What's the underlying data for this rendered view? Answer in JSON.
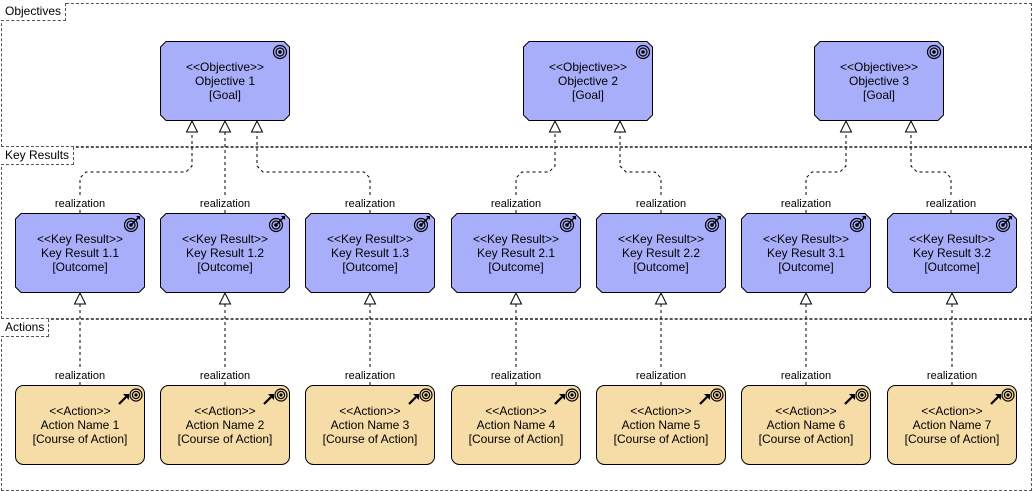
{
  "groups": {
    "objectives": "Objectives",
    "key_results": "Key Results",
    "actions": "Actions"
  },
  "edge_label": "realization",
  "objectives": [
    {
      "stereotype": "<<Objective>>",
      "name": "Objective 1",
      "type": "[Goal]"
    },
    {
      "stereotype": "<<Objective>>",
      "name": "Objective 2",
      "type": "[Goal]"
    },
    {
      "stereotype": "<<Objective>>",
      "name": "Objective 3",
      "type": "[Goal]"
    }
  ],
  "key_results": [
    {
      "stereotype": "<<Key Result>>",
      "name": "Key Result 1.1",
      "type": "[Outcome]"
    },
    {
      "stereotype": "<<Key Result>>",
      "name": "Key Result 1.2",
      "type": "[Outcome]"
    },
    {
      "stereotype": "<<Key Result>>",
      "name": "Key Result 1.3",
      "type": "[Outcome]"
    },
    {
      "stereotype": "<<Key Result>>",
      "name": "Key Result 2.1",
      "type": "[Outcome]"
    },
    {
      "stereotype": "<<Key Result>>",
      "name": "Key Result 2.2",
      "type": "[Outcome]"
    },
    {
      "stereotype": "<<Key Result>>",
      "name": "Key Result 3.1",
      "type": "[Outcome]"
    },
    {
      "stereotype": "<<Key Result>>",
      "name": "Key Result 3.2",
      "type": "[Outcome]"
    }
  ],
  "actions": [
    {
      "stereotype": "<<Action>>",
      "name": "Action Name 1",
      "type": "[Course of Action]"
    },
    {
      "stereotype": "<<Action>>",
      "name": "Action Name 2",
      "type": "[Course of Action]"
    },
    {
      "stereotype": "<<Action>>",
      "name": "Action Name 3",
      "type": "[Course of Action]"
    },
    {
      "stereotype": "<<Action>>",
      "name": "Action Name 4",
      "type": "[Course of Action]"
    },
    {
      "stereotype": "<<Action>>",
      "name": "Action Name 5",
      "type": "[Course of Action]"
    },
    {
      "stereotype": "<<Action>>",
      "name": "Action Name 6",
      "type": "[Course of Action]"
    },
    {
      "stereotype": "<<Action>>",
      "name": "Action Name 7",
      "type": "[Course of Action]"
    }
  ],
  "colors": {
    "objective_fill": "#a9aefb",
    "key_result_fill": "#a9aefb",
    "action_fill": "#f6dca7"
  }
}
